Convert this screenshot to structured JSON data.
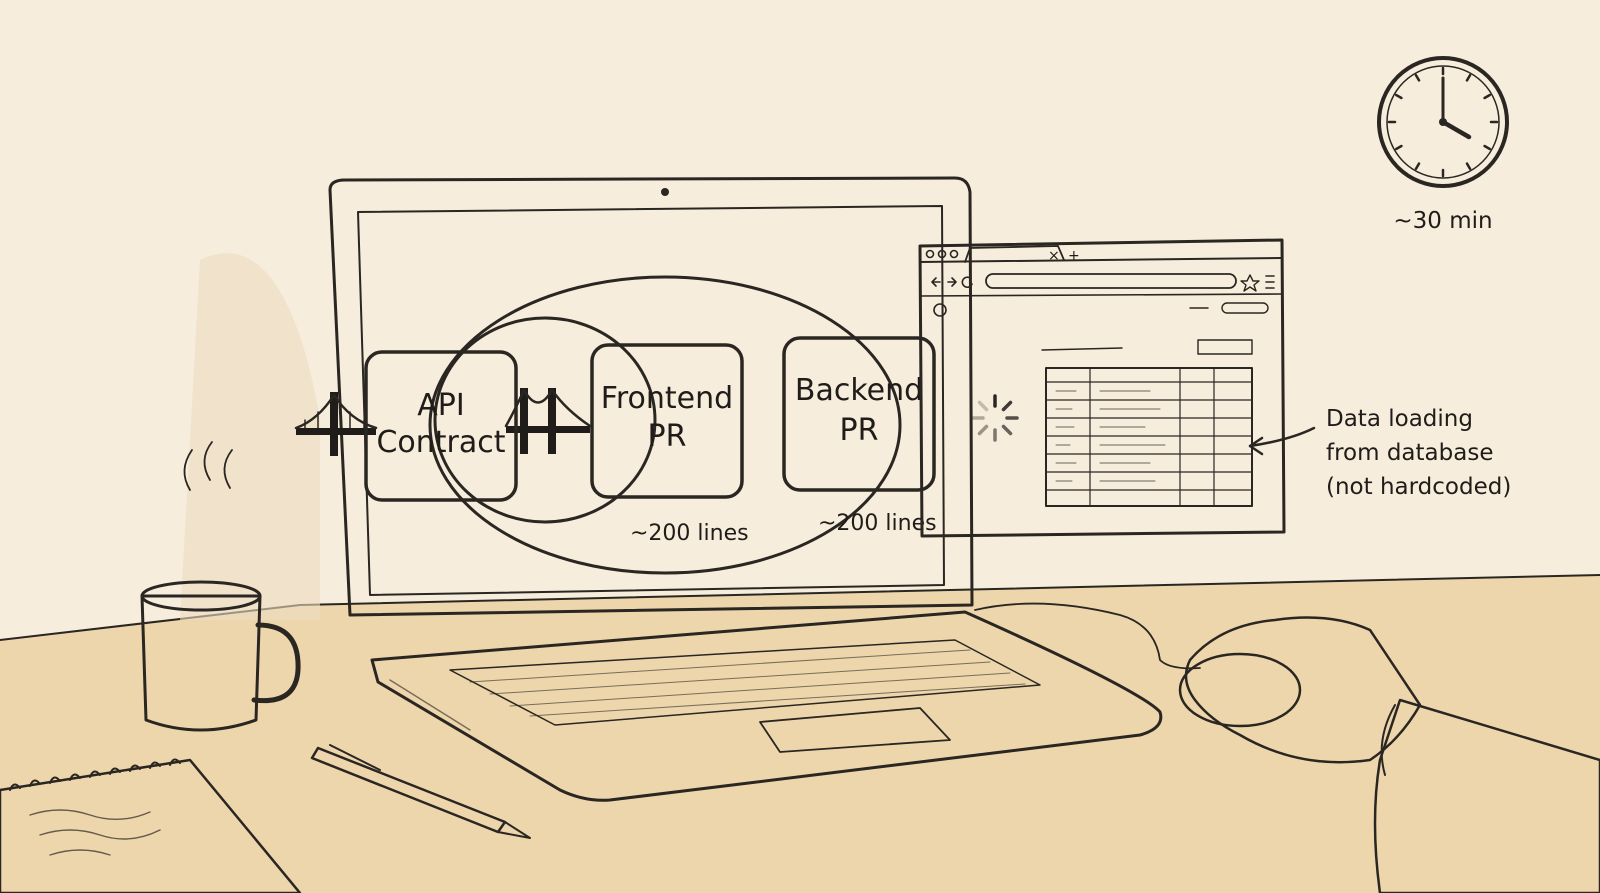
{
  "diagram": {
    "boxes": [
      {
        "id": "api",
        "lines": [
          "API",
          "Contract"
        ]
      },
      {
        "id": "frontend",
        "lines": [
          "Frontend",
          "PR"
        ]
      },
      {
        "id": "backend",
        "lines": [
          "Backend",
          "PR"
        ]
      }
    ],
    "loop_labels": {
      "frontend": "~200 lines",
      "backend": "~200 lines"
    }
  },
  "clock": {
    "label": "~30 min",
    "hour": 4,
    "minute": 0
  },
  "browser": {
    "close_glyph": "×",
    "new_tab_glyph": "+",
    "annotation": [
      "Data loading",
      "from database",
      "(not hardcoded)"
    ]
  },
  "colors": {
    "paper": "#f6ecdb",
    "desk": "#ebcf9f",
    "ink": "#2a2622"
  }
}
